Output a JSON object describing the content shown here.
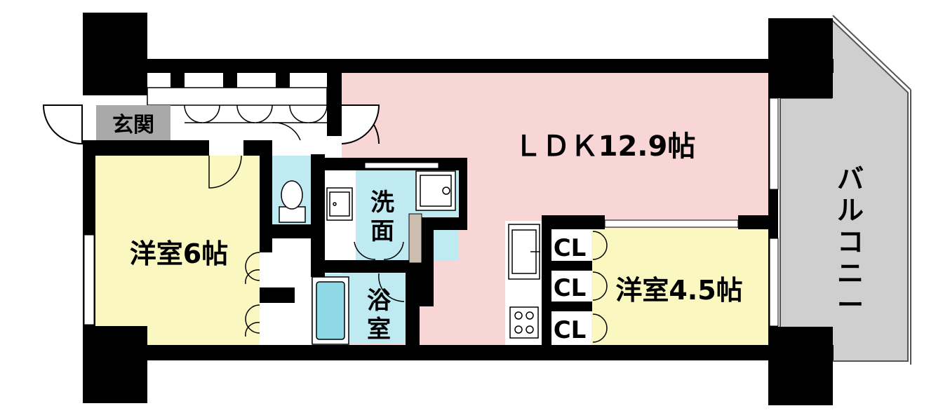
{
  "rooms": {
    "entrance": "玄関",
    "ldk": "ＬＤＫ12.9帖",
    "western_6": "洋室6帖",
    "western_45": "洋室4.5帖",
    "washroom": [
      "洗",
      "面"
    ],
    "bathroom": [
      "浴",
      "室"
    ],
    "balcony": [
      "バ",
      "ル",
      "コ",
      "ニ",
      "ー"
    ],
    "closet": "CL"
  },
  "colors": {
    "ldk": "#f9d6d6",
    "western": "#fbf7c0",
    "wet_area": "#bfeaf2",
    "balcony": "#cfcfcf",
    "entrance_tag": "#a9a9a9",
    "wall": "#000000"
  }
}
